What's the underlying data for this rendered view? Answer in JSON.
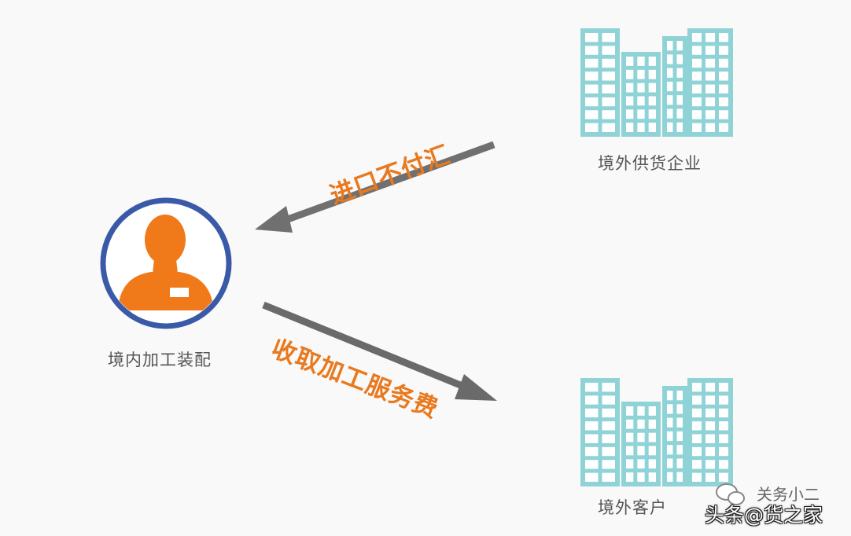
{
  "nodes": {
    "domestic": {
      "label": "境内加工装配"
    },
    "supplier": {
      "label": "境外供货企业"
    },
    "customer": {
      "label": "境外客户"
    }
  },
  "arrows": {
    "import": {
      "label": "进口不付汇"
    },
    "fee": {
      "label": "收取加工服务费"
    }
  },
  "watermark": {
    "line1": "关务小二",
    "line2": "头条@货之家"
  },
  "colors": {
    "person": "#f07a1a",
    "circle": "#3a5aa8",
    "building": "#8fd3d6",
    "window": "#ffffff",
    "arrow": "#7a7a7a",
    "arrow_text": "#e8791e"
  },
  "icons": {
    "person": "person-icon",
    "building": "building-icon",
    "watermark": "wechat-icon"
  }
}
